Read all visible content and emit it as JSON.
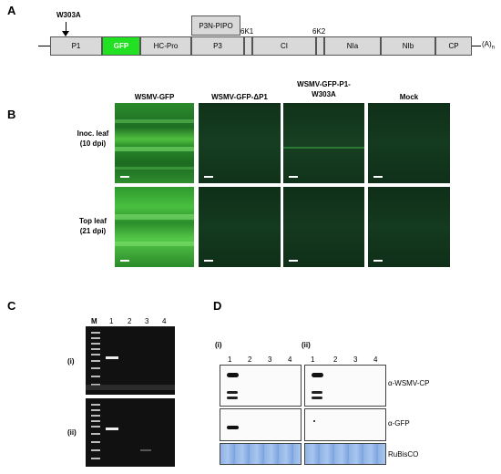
{
  "panelA": {
    "letter": "A",
    "mutation_label": "W303A",
    "segments": [
      "P1",
      "GFP",
      "HC-Pro",
      "P3",
      "CI",
      "NIa",
      "NIb",
      "CP"
    ],
    "p3n_pipo": "P3N-PIPO",
    "k1": "6K1",
    "k2": "6K2",
    "polyA": "(A)",
    "polyA_sub": "n"
  },
  "panelB": {
    "letter": "B",
    "columns": [
      "WSMV-GFP",
      "WSMV-GFP-ΔP1",
      "WSMV-GFP-P1-",
      "W303A",
      "Mock"
    ],
    "row1": [
      "Inoc. leaf",
      "(10 dpi)"
    ],
    "row2": [
      "Top leaf",
      "(21 dpi)"
    ]
  },
  "panelC": {
    "letter": "C",
    "lanes": [
      "M",
      "1",
      "2",
      "3",
      "4"
    ],
    "gel1": "(i)",
    "gel2": "(ii)"
  },
  "panelD": {
    "letter": "D",
    "blot1": "(i)",
    "blot2": "(ii)",
    "lanes": [
      "1",
      "2",
      "3",
      "4"
    ],
    "antibodies": [
      "α-WSMV-CP",
      "α-GFP",
      "RuBisCO"
    ]
  }
}
